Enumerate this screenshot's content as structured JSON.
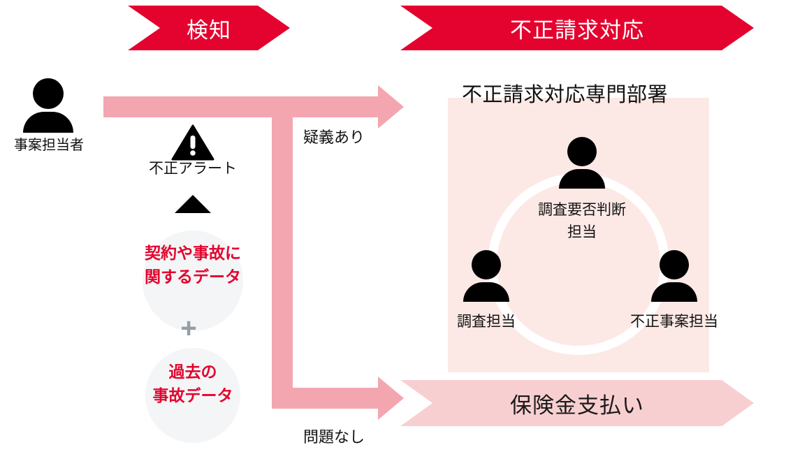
{
  "colors": {
    "brand_red": "#E4032E",
    "pink_arrow": "#F4A6B0",
    "pink_banner": "#F8CFD1",
    "panel_bg": "#FCE9E6",
    "ring_white": "#FFFFFF",
    "plus_gray": "#959DA5",
    "soft_circle": "#F3F5F6",
    "text_dark": "#111111"
  },
  "banners": {
    "detection": "検知",
    "fraud_response": "不正請求対応",
    "insurance_payment": "保険金支払い"
  },
  "left_column": {
    "person_label": "事案担当者",
    "alert_label": "不正アラート",
    "data_primary": "契約や事故に\n関するデータ",
    "data_primary_line1": "契約や事故に",
    "data_primary_line2": "関するデータ",
    "plus_symbol": "+",
    "data_secondary_line1": "過去の",
    "data_secondary_line2": "事故データ"
  },
  "flow": {
    "branch_suspicious": "疑義あり",
    "branch_no_issue": "問題なし"
  },
  "department": {
    "title": "不正請求対応専門部署",
    "members": [
      {
        "label_line1": "調査要否判断",
        "label_line2": "担当"
      },
      {
        "label_line1": "調査担当",
        "label_line2": ""
      },
      {
        "label_line1": "不正事案担当",
        "label_line2": ""
      }
    ]
  }
}
